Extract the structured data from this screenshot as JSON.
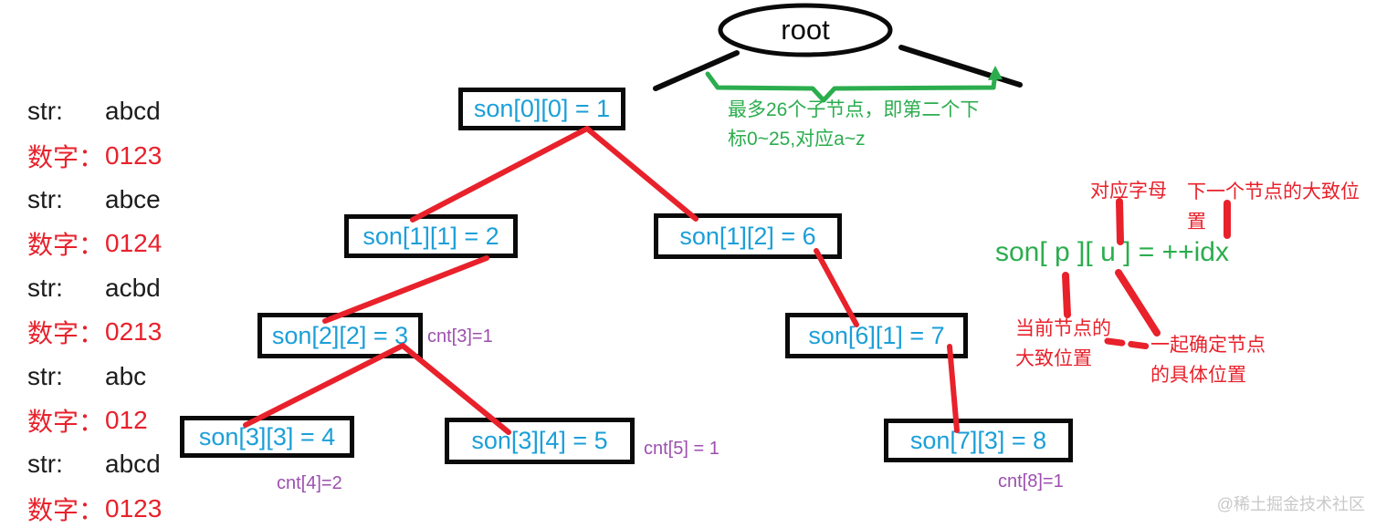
{
  "colors": {
    "node_text": "#1b9fd8",
    "edge_red": "#e8212b",
    "annotation_green": "#2bad4e",
    "cnt_purple": "#9c4fae",
    "ink_black": "#0a0a0a",
    "watermark_gray": "#c9c9c9"
  },
  "word_list": {
    "rows": [
      {
        "label": "str:",
        "value": "abcd"
      },
      {
        "label": "数字：",
        "value": "0123"
      },
      {
        "label": "str:",
        "value": "abce"
      },
      {
        "label": "数字：",
        "value": "0124"
      },
      {
        "label": "str:",
        "value": "acbd"
      },
      {
        "label": "数字：",
        "value": "0213"
      },
      {
        "label": "str:",
        "value": "abc"
      },
      {
        "label": "数字：",
        "value": "012"
      },
      {
        "label": "str:",
        "value": "abcd"
      },
      {
        "label": "数字：",
        "value": "0123"
      }
    ]
  },
  "tree": {
    "root_label": "root",
    "nodes": [
      {
        "label": "son[0][0] = 1"
      },
      {
        "label": "son[1][1] = 2"
      },
      {
        "label": "son[1][2] = 6"
      },
      {
        "label": "son[2][2] = 3"
      },
      {
        "label": "son[6][1] = 7"
      },
      {
        "label": "son[3][3] = 4"
      },
      {
        "label": "son[3][4] = 5"
      },
      {
        "label": "son[7][3] = 8"
      }
    ],
    "cnt_labels": [
      {
        "text": "cnt[3]=1"
      },
      {
        "text": "cnt[4]=2"
      },
      {
        "text": "cnt[5] = 1"
      },
      {
        "text": "cnt[8]=1"
      }
    ]
  },
  "annotations": {
    "children_note": "最多26个子节点，即第二个下\n标0~25,对应a~z",
    "formula": "son[ p ][ u ] = ++idx",
    "corresponding_letter": "对应字母",
    "next_node_position": "下一个节点的大致位置",
    "current_node_position": "当前节点的\n大致位置",
    "determine_position": "一起确定节点\n的具体位置"
  },
  "watermark": "@稀土掘金技术社区"
}
